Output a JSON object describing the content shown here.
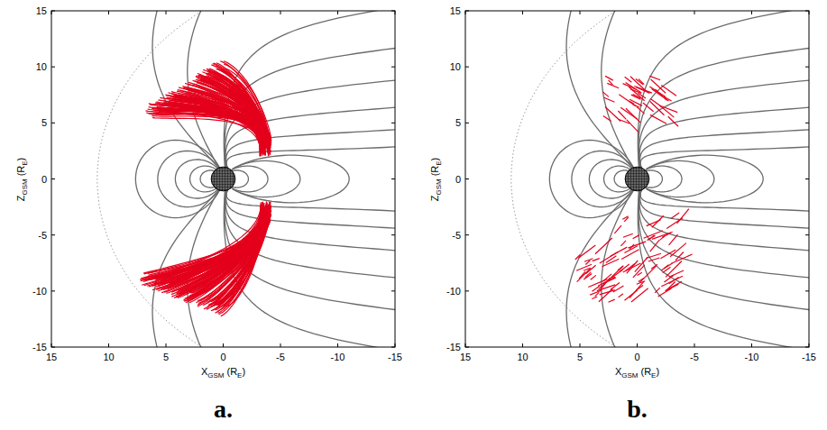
{
  "diagram": {
    "labels": [
      "15",
      "10",
      "5",
      "0",
      "-5",
      "-10",
      "-15",
      "15",
      "10",
      "5",
      "0",
      "-5",
      "-10",
      "-15",
      "X",
      "GSM",
      "(R",
      "E",
      ")",
      "Z",
      "GSM",
      "(R",
      "E",
      ")",
      "a.",
      "15",
      "10",
      "5",
      "0",
      "-5",
      "-10",
      "-15",
      "15",
      "10",
      "5",
      "0",
      "-5",
      "-10",
      "-15",
      "X",
      "GSM",
      "(R",
      "E",
      ")",
      "Z",
      "GSM",
      "(R",
      "E",
      ")",
      "b."
    ]
  }
}
